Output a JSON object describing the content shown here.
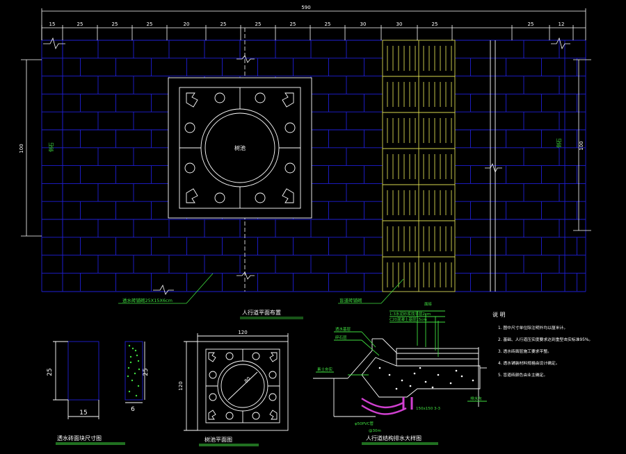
{
  "colors": {
    "background": "#000000",
    "dimension": "#ffffff",
    "paving": "#1f1fd6",
    "tactile": "#d8d850",
    "leader": "#40e040",
    "title_underline": "#40e040",
    "pipe": "#d040d0"
  },
  "dimensions": {
    "top_total": "590",
    "top_segments": [
      "15",
      "25",
      "25",
      "25",
      "20",
      "25",
      "25",
      "25",
      "25",
      "30",
      "30",
      "25",
      "25",
      "12"
    ],
    "left_height": "100",
    "right_height": "100",
    "brick_width": "15",
    "brick_height": "25",
    "brick_side_height": "25",
    "brick_side_width": "6",
    "pit_width": "120",
    "pit_height": "120",
    "pit_diameter": "80"
  },
  "labels": {
    "plan_title": "人行道平面布置",
    "brick_note": "透水砖铺砌25X15X6cm",
    "tactile_note": "盲道砖铺砌",
    "left_side": "侧石",
    "right_side": "侧石",
    "pool": "树池",
    "brick_detail_title": "透水砖面块尺寸图",
    "pit_detail_title": "树池平面图",
    "section_title": "人行道结构排水大样图",
    "section_notes": [
      "面砖",
      "1:3水泥砂浆找平层2cm",
      "C20混凝土基层15cm",
      "透水基层",
      "碎石层",
      "素土夯实",
      "φ50PVC管",
      "@30m",
      "150x150 3-3",
      "排水沟"
    ]
  },
  "notes": {
    "heading": "说 明",
    "items": [
      "1. 图中尺寸单位除注明外均以厘米计。",
      "2. 基础、人行道压实度要求达到重型击实标准95%。",
      "3. 透水砖面层施工要求平整。",
      "4. 透水铺装材料规格由设计确定。",
      "5. 盲道砖颜色由业主确定。"
    ]
  }
}
